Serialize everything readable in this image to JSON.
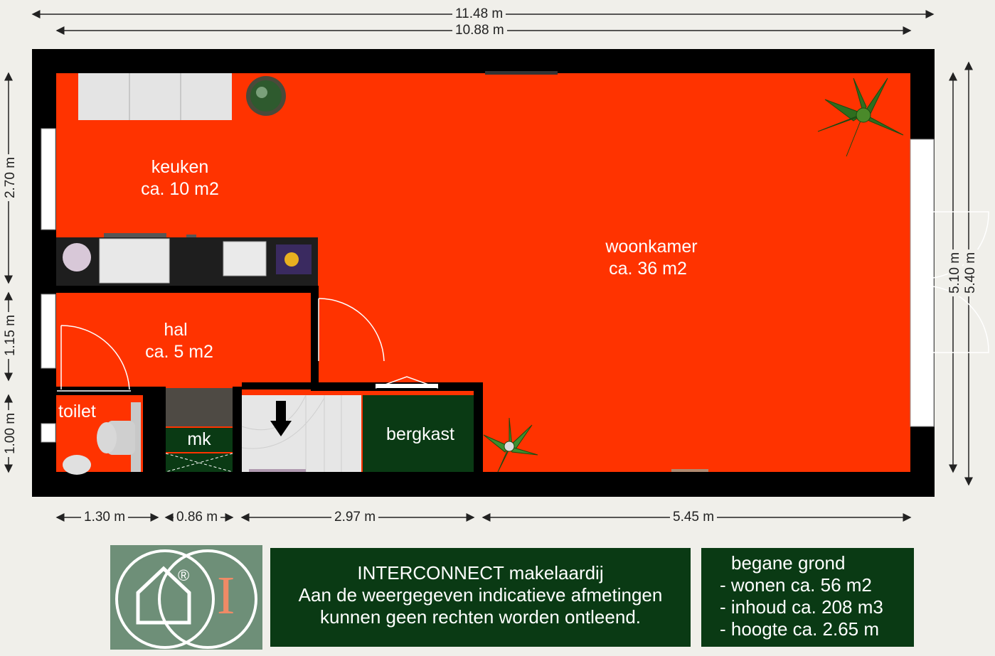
{
  "colors": {
    "room_fill": "#ff3300",
    "wall": "#000000",
    "storage_fill": "#0a3a14",
    "panel_bg": "#0a3a14",
    "logo_bg": "#6e8f78",
    "logo_accent": "#f08a66",
    "background": "#f0efea"
  },
  "dimensions": {
    "top_outer": "11.48 m",
    "top_inner": "10.88 m",
    "left_keuken": "2.70 m",
    "left_hal": "1.15 m",
    "left_toilet": "1.00 m",
    "right_inner": "5.10 m",
    "right_outer": "5.40 m",
    "bottom_toilet": "1.30 m",
    "bottom_mk": "0.86 m",
    "bottom_stairs": "2.97 m",
    "bottom_woonkamer": "5.45 m"
  },
  "rooms": {
    "keuken": {
      "name": "keuken",
      "area": "ca. 10 m2"
    },
    "woonkamer": {
      "name": "woonkamer",
      "area": "ca. 36 m2"
    },
    "hal": {
      "name": "hal",
      "area": "ca. 5 m2"
    },
    "toilet": {
      "name": "toilet"
    },
    "mk": {
      "name": "mk"
    },
    "bergkast": {
      "name": "bergkast"
    }
  },
  "logo": {
    "letter": "I",
    "registered": "®"
  },
  "disclaimer": {
    "line1": "INTERCONNECT makelaardij",
    "line2": "Aan de weergegeven indicatieve afmetingen",
    "line3": "kunnen geen rechten worden ontleend."
  },
  "summary": {
    "line1": "begane grond",
    "line2": "- wonen ca. 56 m2",
    "line3": "- inhoud ca. 208 m3",
    "line4": "- hoogte ca. 2.65 m"
  }
}
